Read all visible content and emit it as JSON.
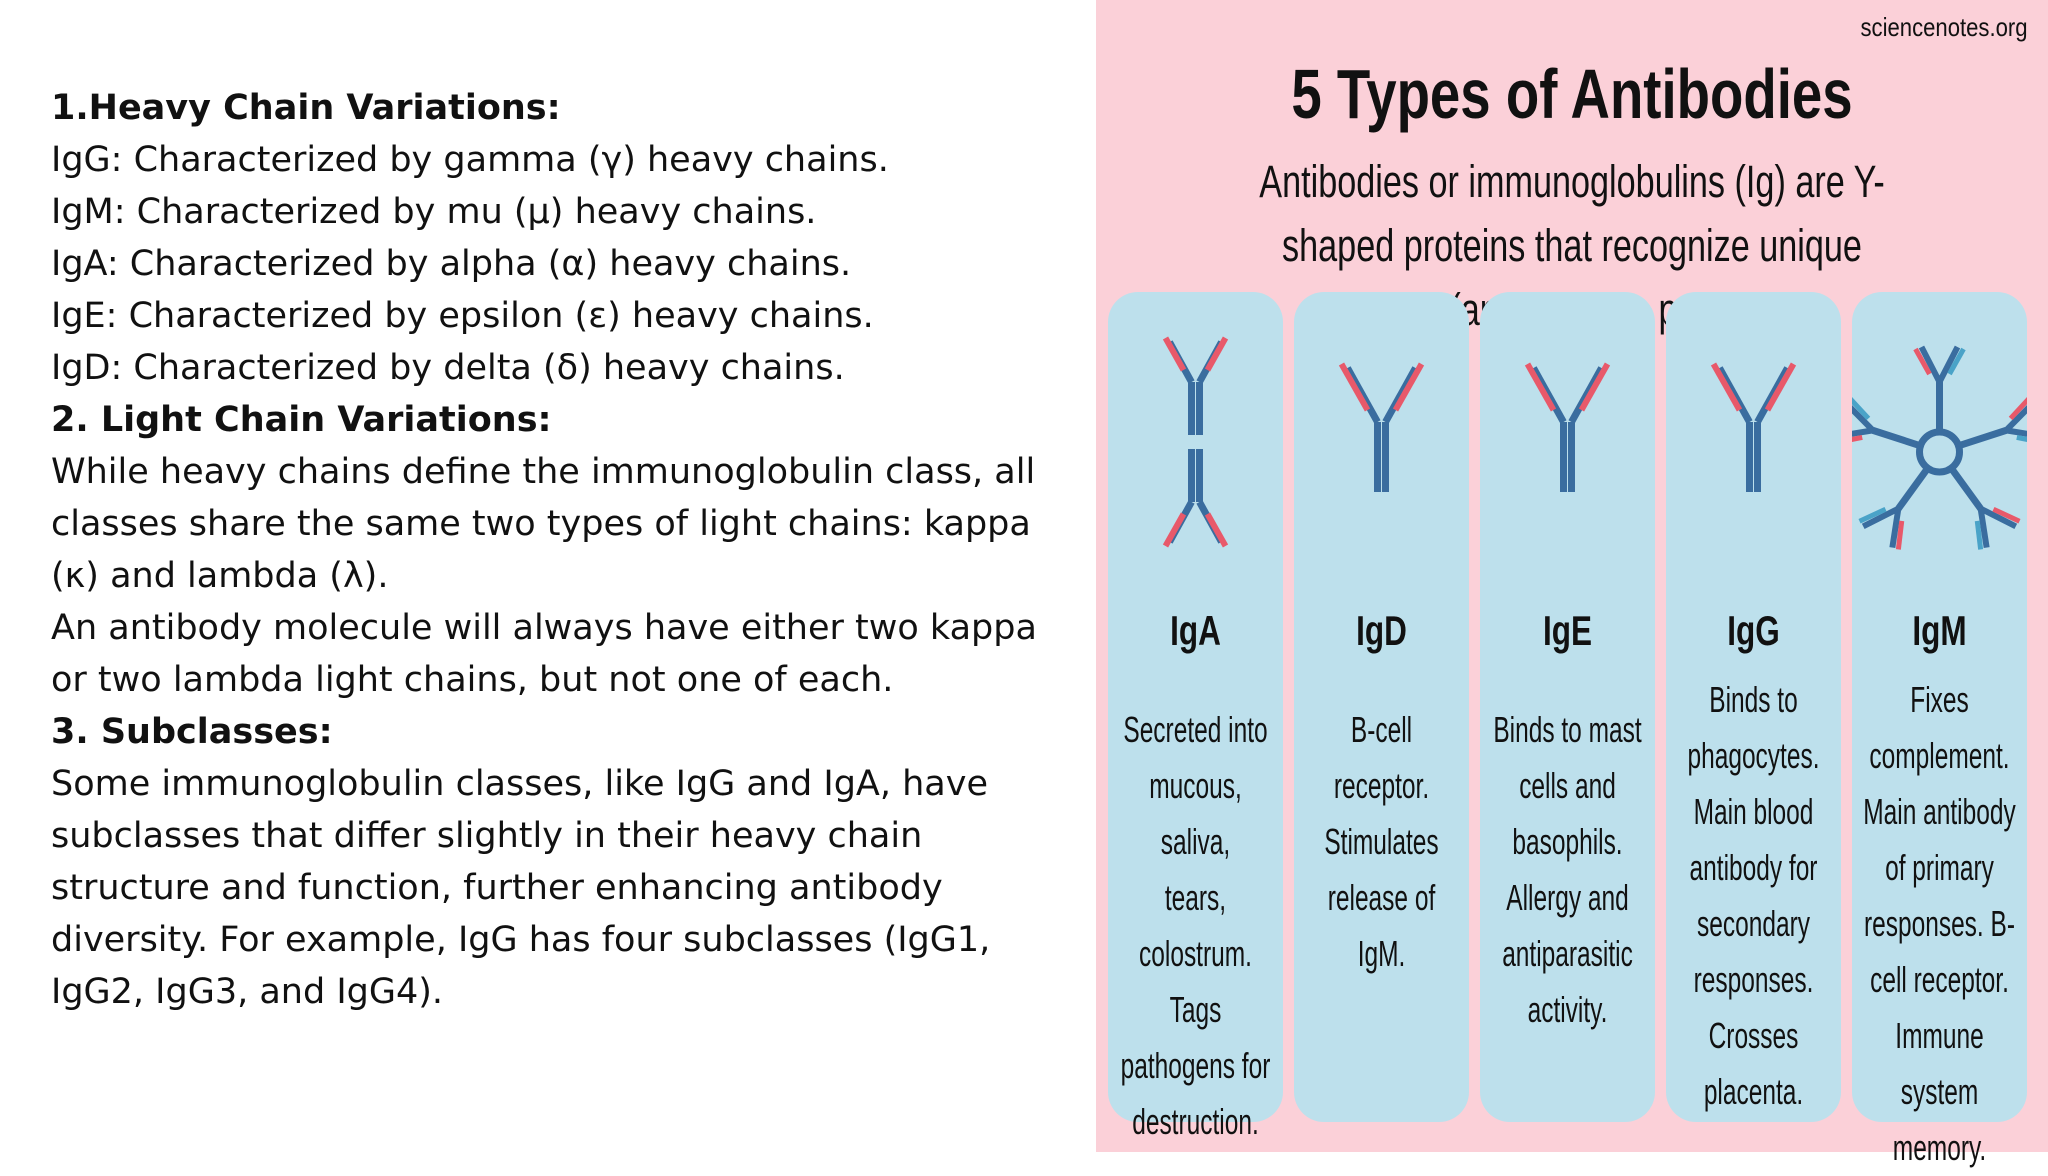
{
  "text_panel": {
    "sections": [
      {
        "heading": "1.Heavy Chain Variations:",
        "lines": [
          "IgG: Characterized by gamma (γ) heavy chains.",
          "IgM: Characterized by mu (μ) heavy chains.",
          "IgA: Characterized by alpha (α) heavy chains.",
          "IgE: Characterized by epsilon (ε) heavy chains.",
          "IgD: Characterized by delta (δ) heavy chains."
        ]
      },
      {
        "heading": "2. Light Chain Variations:",
        "lines": [
          "While heavy chains define the immunoglobulin class, all classes share the same two types of light chains: kappa (κ) and lambda (λ).",
          "An antibody molecule will always have either two kappa or two lambda light chains, but not one of each."
        ]
      },
      {
        "heading": "3. Subclasses:",
        "lines": [
          "Some immunoglobulin classes, like IgG and IgA, have subclasses that differ slightly in their heavy chain structure and function, further enhancing antibody diversity. For example, IgG has four subclasses (IgG1, IgG2, IgG3, and IgG4)."
        ]
      }
    ]
  },
  "infographic": {
    "source": "sciencenotes.org",
    "title": "5 Types of Antibodies",
    "subtitle": "Antibodies or immunoglobulins (Ig) are Y-shaped proteins that recognize unique markers (antigens) on pathogens.",
    "colors": {
      "background": "#fbd0d8",
      "card": "#bde0ec",
      "heavy_chain": "#3a6d9f",
      "light_chain": "#e8596a",
      "light_chain_alt": "#4aa3c8"
    },
    "cards": [
      {
        "name": "IgA",
        "icon": "iga-dimer-antibody-icon",
        "description": "Secreted into\nmucous, saliva,\ntears,\ncolostrum. Tags\npathogens for\ndestruction."
      },
      {
        "name": "IgD",
        "icon": "igd-antibody-icon",
        "description": "B-cell receptor.\nStimulates\nrelease of IgM."
      },
      {
        "name": "IgE",
        "icon": "ige-antibody-icon",
        "description": "Binds to mast\ncells and\nbasophils.\nAllergy and\nantiparasitic\nactivity."
      },
      {
        "name": "IgG",
        "icon": "igg-antibody-icon",
        "description": "Binds to\nphagocytes.\nMain blood\nantibody for\nsecondary\nresponses.\nCrosses\nplacenta."
      },
      {
        "name": "IgM",
        "icon": "igm-pentamer-antibody-icon",
        "description": "Fixes\ncomplement.\nMain antibody\nof primary\nresponses. B-\ncell receptor.\nImmune system\nmemory."
      }
    ]
  }
}
